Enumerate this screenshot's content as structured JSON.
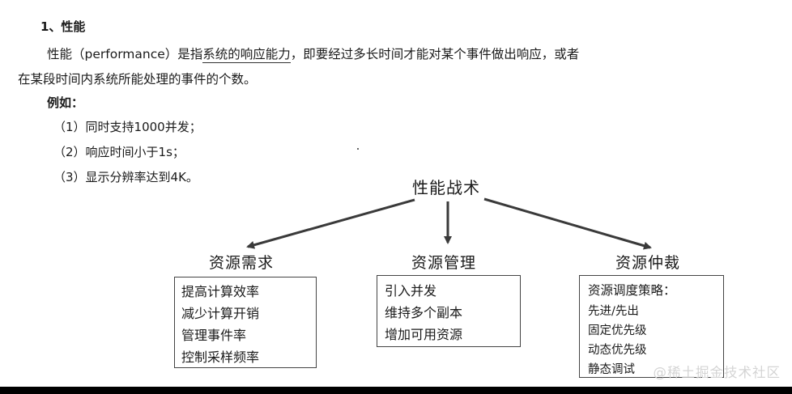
{
  "heading": "1、性能",
  "definition": {
    "prefix": "性能（performance）是指",
    "underlined": "系统的响应能力",
    "suffix": "，即要经过多长时间才能对某个事件做出响应，或者",
    "line2": "在某段时间内系统所能处理的事件的个数。"
  },
  "examples": {
    "label": "例如：",
    "items": [
      "（1）同时支持1000并发；",
      "（2）响应时间小于1s；",
      "（3）显示分辨率达到4K。"
    ]
  },
  "diagram": {
    "root": "性能战术",
    "categories": [
      {
        "title": "资源需求",
        "items": [
          "提高计算效率",
          "减少计算开销",
          "管理事件率",
          "控制采样频率"
        ]
      },
      {
        "title": "资源管理",
        "items": [
          "引入并发",
          "维持多个副本",
          "增加可用资源"
        ]
      },
      {
        "title": "资源仲裁",
        "items": [
          "资源调度策略：",
          "先进/先出",
          "固定优先级",
          "动态优先级",
          "静态调试"
        ]
      }
    ]
  },
  "watermark": "@稀土掘金技术社区",
  "colors": {
    "text": "#1a1a1a",
    "arrow": "#3a3a3a",
    "watermark": "#d4d4d4",
    "bar": "#000000"
  }
}
